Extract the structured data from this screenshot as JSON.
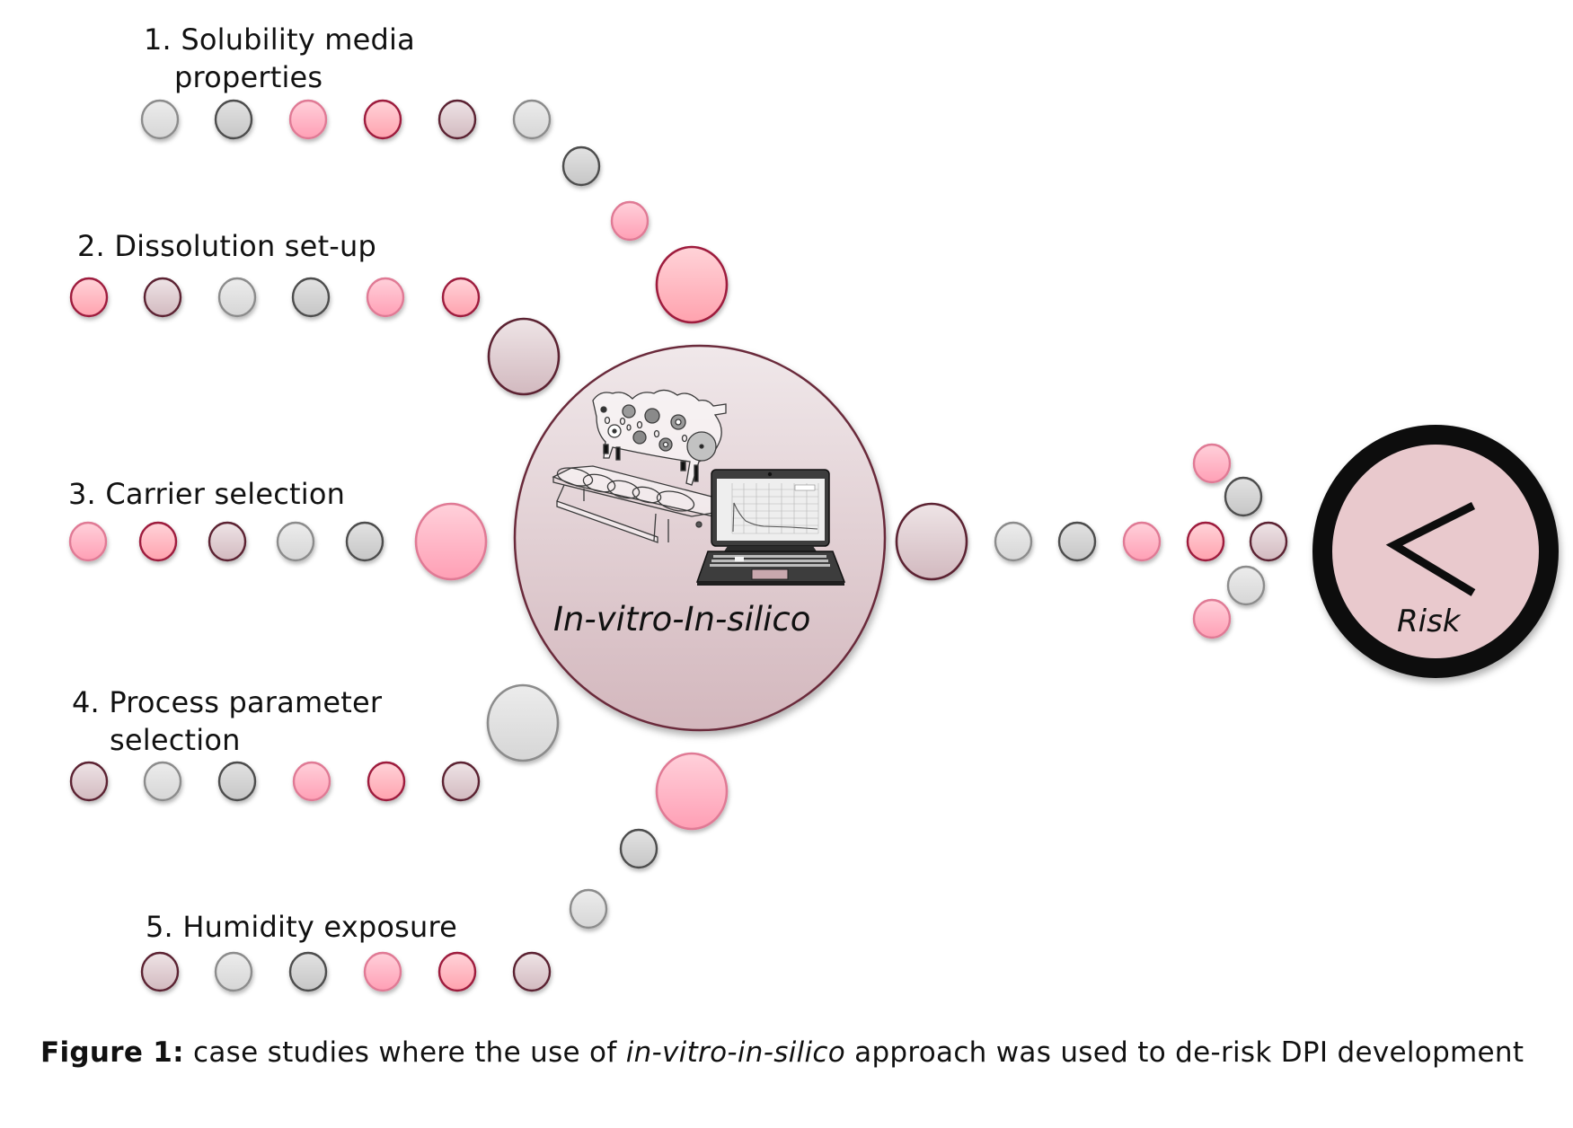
{
  "figure": {
    "title": "In-vitro-In-silico approach overview",
    "case_studies": [
      {
        "number": "1.",
        "line1": "Solubility media",
        "line2": "properties",
        "circles": [
          "light-gray",
          "dark-gray",
          "pink",
          "crimson",
          "mauve",
          "light-gray"
        ],
        "connector": [
          "dark-gray",
          "pink",
          "crimson-large"
        ]
      },
      {
        "number": "2.",
        "line1": "Dissolution set-up",
        "line2": "",
        "circles": [
          "crimson",
          "mauve",
          "light-gray",
          "dark-gray",
          "pink",
          "crimson"
        ],
        "connector": [
          "mauve-large"
        ]
      },
      {
        "number": "3.",
        "line1": "Carrier selection",
        "line2": "",
        "circles": [
          "pink",
          "crimson",
          "mauve",
          "light-gray",
          "dark-gray"
        ],
        "connector": [
          "pink-large"
        ]
      },
      {
        "number": "4.",
        "line1": "Process parameter",
        "line2": "selection",
        "circles": [
          "mauve",
          "light-gray",
          "dark-gray",
          "pink",
          "crimson",
          "mauve"
        ],
        "connector": [
          "light-gray-large"
        ]
      },
      {
        "number": "5.",
        "line1": "Humidity exposure",
        "line2": "",
        "circles": [
          "mauve",
          "light-gray",
          "dark-gray",
          "pink",
          "crimson",
          "mauve"
        ],
        "connector": [
          "light-gray",
          "dark-gray",
          "pink-large"
        ]
      }
    ],
    "hub": {
      "label": "In-vitro-In-silico",
      "icons": [
        "impactor-apparatus-icon",
        "laptop-chart-icon"
      ]
    },
    "output_path": {
      "circles": [
        "mauve-large",
        "light-gray",
        "dark-gray",
        "pink",
        "crimson"
      ],
      "arrowhead": [
        "pink",
        "dark-gray",
        "mauve",
        "light-gray",
        "pink"
      ]
    },
    "result": {
      "symbol": "<",
      "label": "Risk"
    },
    "palette": {
      "light-gray": {
        "fill_top": "#ececec",
        "fill_bottom": "#d6d6d6",
        "stroke": "#8c8c8c"
      },
      "dark-gray": {
        "fill_top": "#e2e2e2",
        "fill_bottom": "#c6c6c6",
        "stroke": "#4d4d4d"
      },
      "pink": {
        "fill_top": "#ffd0da",
        "fill_bottom": "#ff9fb5",
        "stroke": "#e07a95"
      },
      "crimson": {
        "fill_top": "#ffd3d8",
        "fill_bottom": "#ffa2ae",
        "stroke": "#9e1a3e"
      },
      "mauve": {
        "fill_top": "#eee4e6",
        "fill_bottom": "#d2b9bf",
        "stroke": "#5b2433"
      },
      "hub": {
        "fill_top": "#f0e8ea",
        "fill_bottom": "#d3b7bd",
        "stroke": "#6a2a3a"
      },
      "risk": {
        "fill": "#e9c9cd",
        "ring": "#0d0d0d"
      }
    }
  },
  "caption": {
    "prefix": "Figure 1:",
    "text_before": " case studies where the use of ",
    "emphasis": "in-vitro-in-silico",
    "text_after": " approach was used to de-risk DPI development"
  }
}
